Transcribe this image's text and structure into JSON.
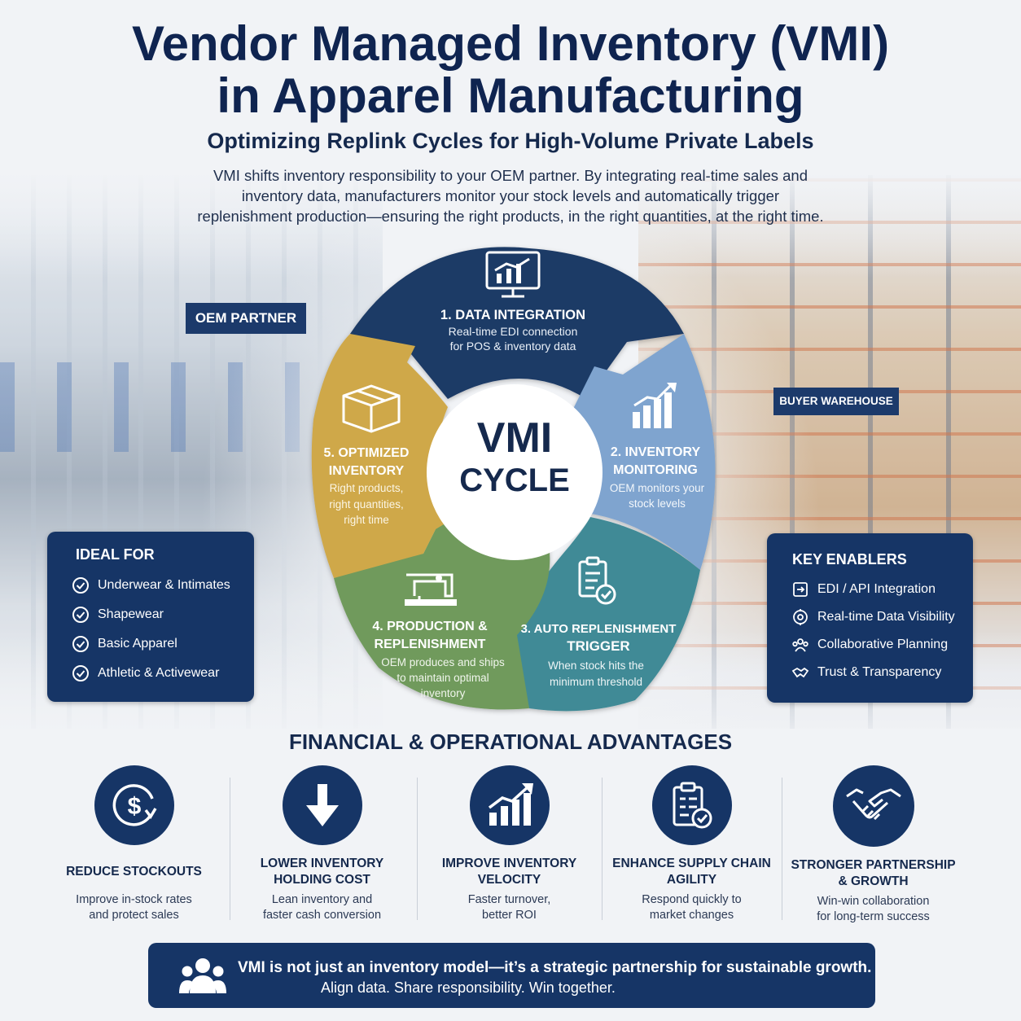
{
  "title_line1": "Vendor Managed Inventory (VMI)",
  "title_line2": "in Apparel Manufacturing",
  "subtitle": "Optimizing Replink Cycles for High-Volume Private Labels",
  "intro": [
    "VMI shifts inventory responsibility to your OEM partner. By integrating real-time sales and",
    "inventory data, manufacturers monitor your stock levels and automatically trigger",
    "replenishment production—ensuring the right products, in the right quantities, at the right time."
  ],
  "tags": {
    "oem": "OEM PARTNER",
    "buyer": "BUYER WAREHOUSE"
  },
  "cycle": {
    "center_line1": "VMI",
    "center_line2": "CYCLE",
    "colors": [
      "#1e3a66",
      "#7fa4cf",
      "#3f8a96",
      "#6f9a5c",
      "#cfa849"
    ],
    "steps": [
      {
        "title": [
          "1. DATA INTEGRATION"
        ],
        "desc": [
          "Real-time EDI connection",
          "for POS & inventory data"
        ],
        "icon": "monitor-chart-icon"
      },
      {
        "title": [
          "2. INVENTORY",
          "MONITORING"
        ],
        "desc": [
          "OEM monitors your",
          "stock levels"
        ],
        "icon": "bar-chart-up-icon"
      },
      {
        "title": [
          "3. AUTO REPLENISHMENT",
          "TRIGGER"
        ],
        "desc": [
          "When stock hits the",
          "minimum threshold"
        ],
        "icon": "clipboard-check-icon"
      },
      {
        "title": [
          "4. PRODUCTION &",
          "REPLENISHMENT"
        ],
        "desc": [
          "OEM produces and ships",
          "to maintain optimal",
          "inventory"
        ],
        "icon": "sewing-machine-icon"
      },
      {
        "title": [
          "5. OPTIMIZED",
          "INVENTORY"
        ],
        "desc": [
          "Right products,",
          "right quantities,",
          "right time"
        ],
        "icon": "box-icon"
      }
    ]
  },
  "ideal_for": {
    "heading": "IDEAL FOR",
    "items": [
      "Underwear & Intimates",
      "Shapewear",
      "Basic Apparel",
      "Athletic & Activewear"
    ]
  },
  "key_enablers": {
    "heading": "KEY ENABLERS",
    "items": [
      {
        "label": "EDI / API Integration",
        "icon": "integration-icon"
      },
      {
        "label": "Real-time Data Visibility",
        "icon": "visibility-icon"
      },
      {
        "label": "Collaborative Planning",
        "icon": "team-icon"
      },
      {
        "label": "Trust & Transparency",
        "icon": "handshake-icon"
      }
    ]
  },
  "advantages": {
    "heading": "FINANCIAL & OPERATIONAL ADVANTAGES",
    "items": [
      {
        "title": [
          "REDUCE STOCKOUTS"
        ],
        "desc": [
          "Improve in-stock rates",
          "and protect sales"
        ],
        "icon": "dollar-cycle-icon"
      },
      {
        "title": [
          "LOWER INVENTORY",
          "HOLDING COST"
        ],
        "desc": [
          "Lean inventory and",
          "faster cash conversion"
        ],
        "icon": "arrow-down-icon"
      },
      {
        "title": [
          "IMPROVE INVENTORY",
          "VELOCITY"
        ],
        "desc": [
          "Faster turnover,",
          "better ROI"
        ],
        "icon": "growth-chart-icon"
      },
      {
        "title": [
          "ENHANCE SUPPLY CHAIN",
          "AGILITY"
        ],
        "desc": [
          "Respond quickly to",
          "market changes"
        ],
        "icon": "clipboard-check-icon"
      },
      {
        "title": [
          "STRONGER PARTNERSHIP",
          "& GROWTH"
        ],
        "desc": [
          "Win-win collaboration",
          "for long-term success"
        ],
        "icon": "handshake-icon"
      }
    ]
  },
  "banner": {
    "line1": "VMI is not just an inventory model—it’s a strategic partnership for sustainable growth.",
    "line2": "Align data. Share responsibility. Win together."
  }
}
